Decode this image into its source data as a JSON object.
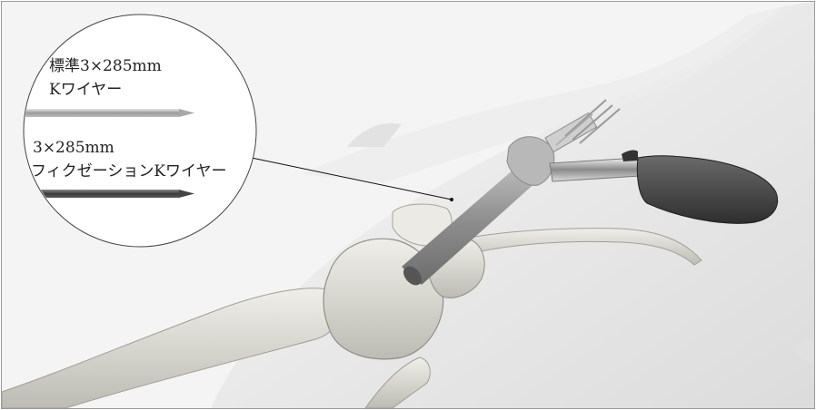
{
  "figure": {
    "callout": {
      "standard_wire": {
        "line1": "標準3×285mm",
        "line2": "Kワイヤー"
      },
      "fixation_wire": {
        "line1": "3×285mm",
        "line2": "フィクゼーションKワイヤー"
      }
    }
  }
}
